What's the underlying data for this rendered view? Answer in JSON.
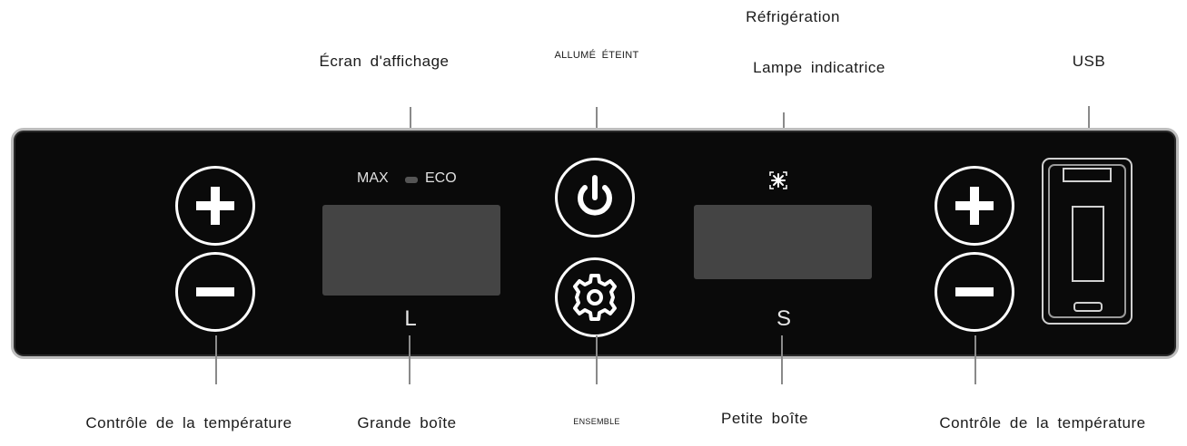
{
  "labels": {
    "refrigeration": "Réfrigération",
    "display": "Écran d'affichage",
    "power": "ALLUMÉ ÉTEINT",
    "indicator": "Lampe indicatrice",
    "usb": "USB",
    "temp_left": "Contrôle de la température",
    "large_box": "Grande boîte",
    "set": "ENSEMBLE",
    "small_box": "Petite boîte",
    "temp_right": "Contrôle de la température"
  },
  "panel": {
    "max": "MAX",
    "eco": "ECO",
    "large_letter": "L",
    "small_letter": "S"
  },
  "icons": [
    "plus-icon",
    "minus-icon",
    "power-icon",
    "gear-icon",
    "snowflake-icon",
    "usb-port-icon"
  ],
  "colors": {
    "panel": "#0a0a0a",
    "screen": "#444444",
    "led": "#555555",
    "icon": "#ffffff"
  }
}
